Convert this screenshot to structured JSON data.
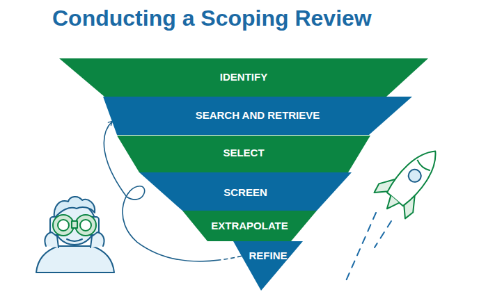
{
  "diagram": {
    "title": "Conducting a Scoping Review",
    "nodes": [
      {
        "text": [
          "IDENTIFY"
        ]
      },
      {
        "text": [
          "SEARCH AND RETRIEVE"
        ]
      },
      {
        "text": [
          "SELECT"
        ]
      },
      {
        "text": [
          "SCREEN"
        ]
      },
      {
        "text": [
          "EXTRAPOLATE"
        ]
      },
      {
        "text": [
          "REFINE"
        ]
      }
    ],
    "edges": [
      {
        "from": 5,
        "to": 1,
        "arrow": "to"
      }
    ]
  }
}
